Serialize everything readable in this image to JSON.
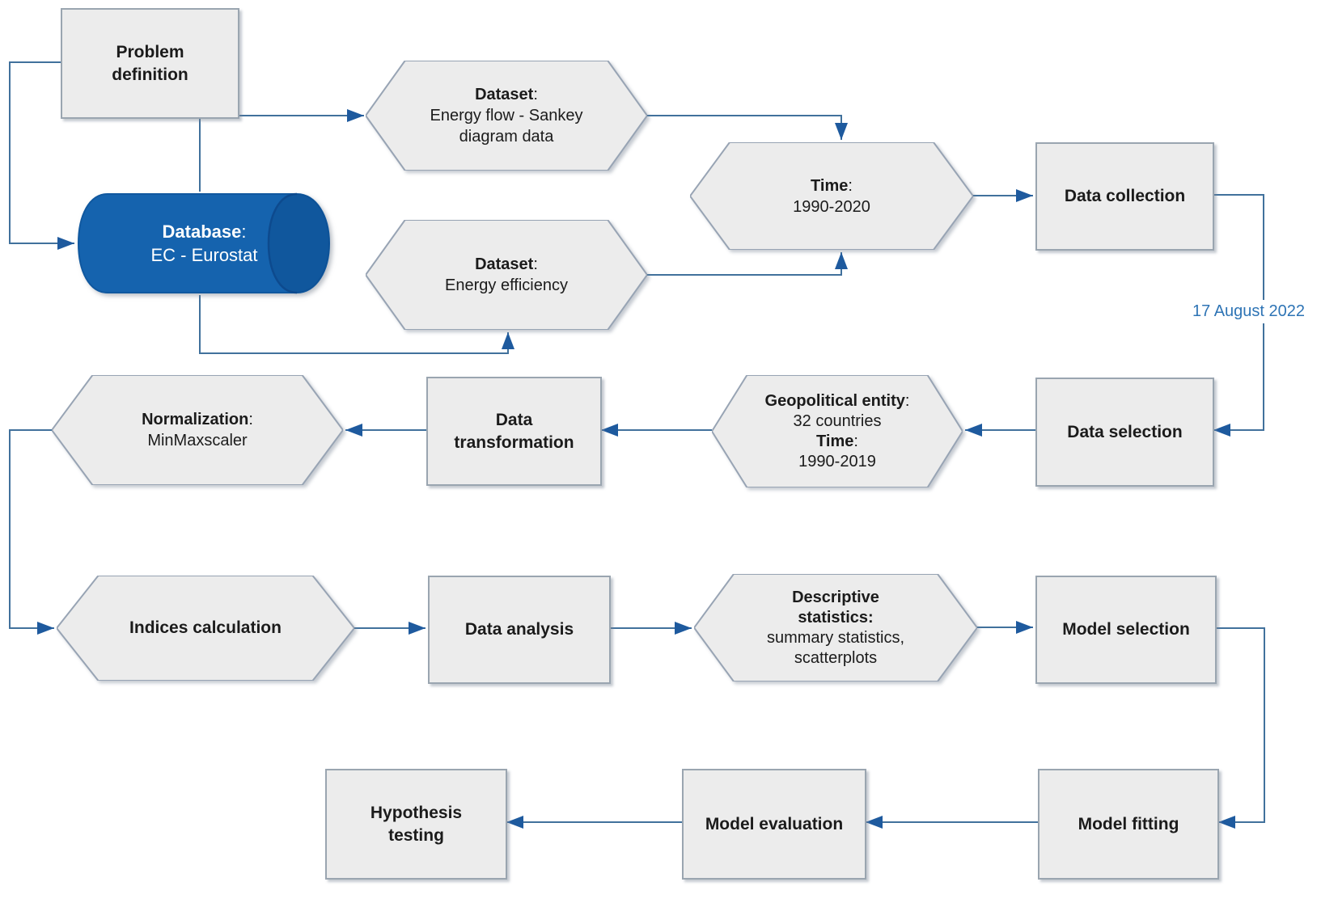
{
  "diagram": {
    "annotation": {
      "date": "17 August 2022"
    },
    "nodes": {
      "problem_definition": {
        "label": "Problem definition"
      },
      "database": {
        "heading": "Database",
        "colon": ":",
        "value": "EC - Eurostat"
      },
      "dataset_sankey": {
        "heading": "Dataset",
        "colon": ":",
        "value": "Energy flow - Sankey diagram data"
      },
      "dataset_efficiency": {
        "heading": "Dataset",
        "colon": ":",
        "value": "Energy efficiency"
      },
      "time_range": {
        "heading": "Time",
        "colon": ":",
        "value": "1990-2020"
      },
      "data_collection": {
        "label": "Data collection"
      },
      "data_selection": {
        "label": "Data selection"
      },
      "geopolitical": {
        "heading1": "Geopolitical entity",
        "colon1": ":",
        "value1": "32 countries",
        "heading2": "Time",
        "colon2": ":",
        "value2": "1990-2019"
      },
      "data_transformation": {
        "label": "Data transformation"
      },
      "normalization": {
        "heading": "Normalization",
        "colon": ":",
        "value": "MinMaxscaler"
      },
      "indices_calculation": {
        "label": "Indices calculation"
      },
      "data_analysis": {
        "label": "Data analysis"
      },
      "descriptive_statistics": {
        "heading": "Descriptive statistics:",
        "value": "summary statistics, scatterplots"
      },
      "model_selection": {
        "label": "Model selection"
      },
      "model_fitting": {
        "label": "Model fitting"
      },
      "model_evaluation": {
        "label": "Model evaluation"
      },
      "hypothesis_testing": {
        "label": "Hypothesis testing"
      }
    },
    "colors": {
      "node_fill": "#ececec",
      "node_border": "#9aa5b0",
      "hex_border": "#98a4b4",
      "database_fill": "#1563ae",
      "database_edge": "#0d4a8e",
      "database_text": "#ffffff",
      "connector_line": "#41719c",
      "arrowhead": "#1e5a9e",
      "date_text": "#2e74b5",
      "text": "#1b1b1b"
    }
  }
}
